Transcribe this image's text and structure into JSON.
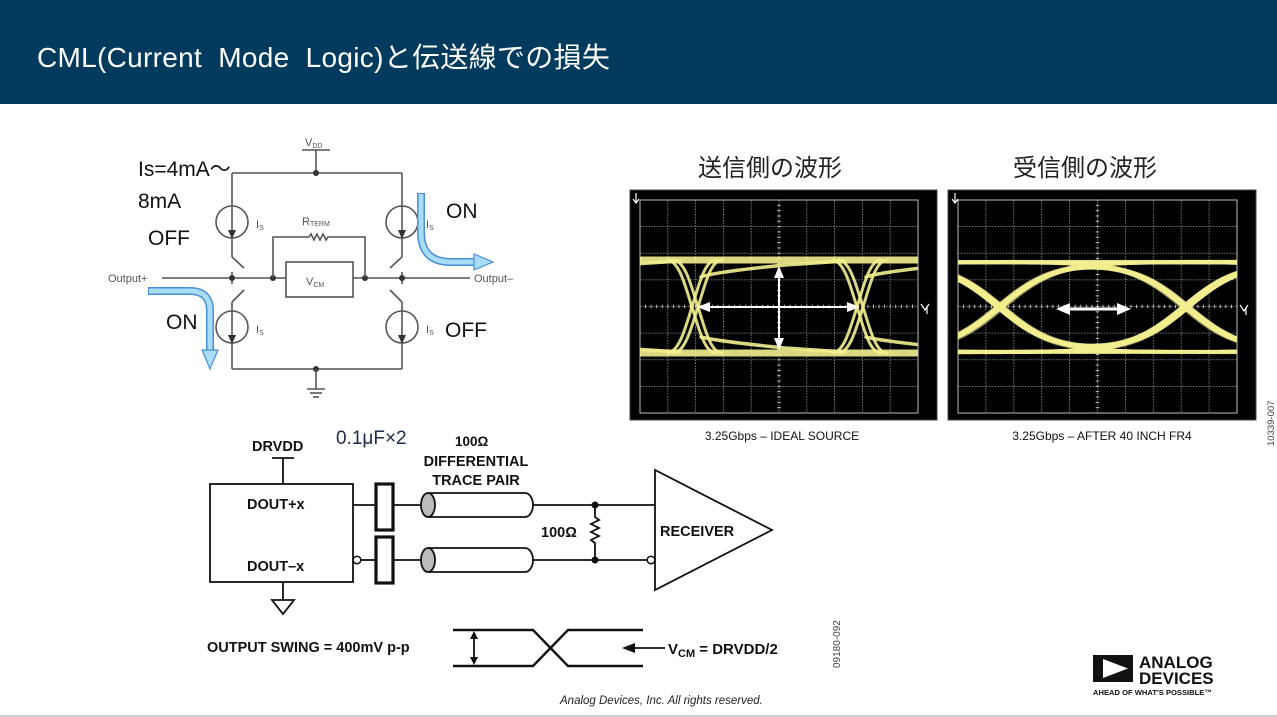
{
  "header": {
    "title": "CML(Current  Mode  Logic)と伝送線での損失"
  },
  "colors": {
    "header_background": "#033b5e",
    "current_flow_arrow": "#a8dcf7",
    "waveform_trace": "#f2ef8f"
  },
  "circuit": {
    "supply": {
      "main": "V",
      "sub": "DD"
    },
    "current_note_line1": "Is=4mA～",
    "current_note_line2": "8mA",
    "states": {
      "upper_left": "OFF",
      "upper_right": "ON",
      "lower_left": "ON",
      "lower_right": "OFF"
    },
    "source_label": {
      "main": "I",
      "sub": "S"
    },
    "rterm": {
      "main": "R",
      "sub": "TERM"
    },
    "vcm": {
      "main": "V",
      "sub": "CM"
    },
    "output_plus": "Output+",
    "output_minus": "Output–"
  },
  "waveforms": [
    {
      "title": "送信側の波形",
      "caption": "3.25Gbps – IDEAL SOURCE"
    },
    {
      "title": "受信側の波形",
      "caption": "3.25Gbps – AFTER 40 INCH FR4"
    }
  ],
  "waveform_figure_id": "10339-007",
  "interface": {
    "capacitor_label": "0.1μF×2",
    "supply": "DRVDD",
    "dout_plus": "DOUT+x",
    "dout_minus": "DOUT–x",
    "trace_impedance": "100Ω",
    "trace_line1": "DIFFERENTIAL",
    "trace_line2": "TRACE PAIR",
    "termination": "100Ω",
    "receiver": "RECEIVER",
    "swing_label": "OUTPUT SWING = 400mV p-p",
    "vcm": {
      "main": "V",
      "sub": "CM",
      "rest": " = DRVDD/2"
    },
    "figure_id": "09180-092"
  },
  "footer": {
    "copyright": "Analog Devices, Inc. All rights reserved."
  },
  "logo": {
    "line1": "ANALOG",
    "line2": "DEVICES",
    "tagline": "AHEAD OF WHAT'S POSSIBLE™"
  }
}
